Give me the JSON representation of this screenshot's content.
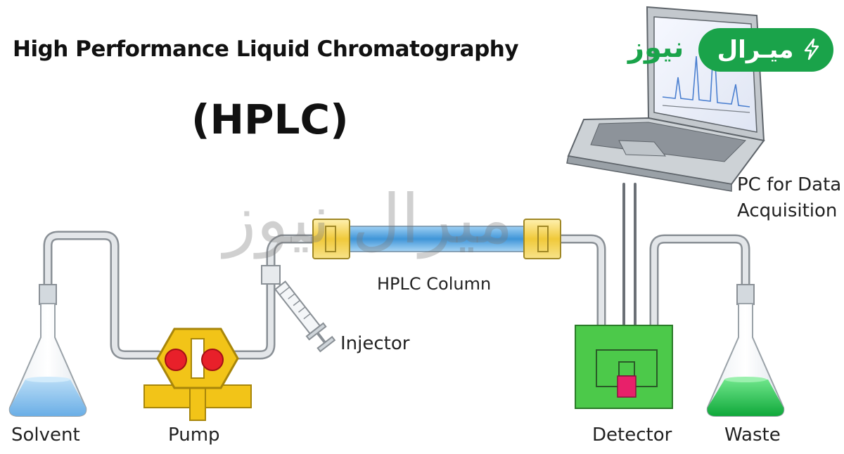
{
  "title": "High Performance Liquid Chromatography",
  "abbreviation": "(HPLC)",
  "labels": {
    "solvent": "Solvent",
    "pump": "Pump",
    "injector": "Injector",
    "column": "HPLC Column",
    "detector": "Detector",
    "waste": "Waste",
    "pc_line1": "PC for Data",
    "pc_line2": "Acquisition"
  },
  "brand": {
    "badge_text": "ميـرال",
    "second_word": "نيوز",
    "watermark": "ميرال نيوز",
    "color": "#1aa34a"
  },
  "colors": {
    "tube": "#c8cdd2",
    "pump_body": "#f2c418",
    "pump_heads": "#e8202a",
    "column": "#5aa8e0",
    "column_caps": "#f3d35a",
    "detector": "#4cc94a",
    "detector_cell": "#e8206a",
    "solvent_liquid": "#8ec4ee",
    "waste_liquid": "#26c24d"
  }
}
